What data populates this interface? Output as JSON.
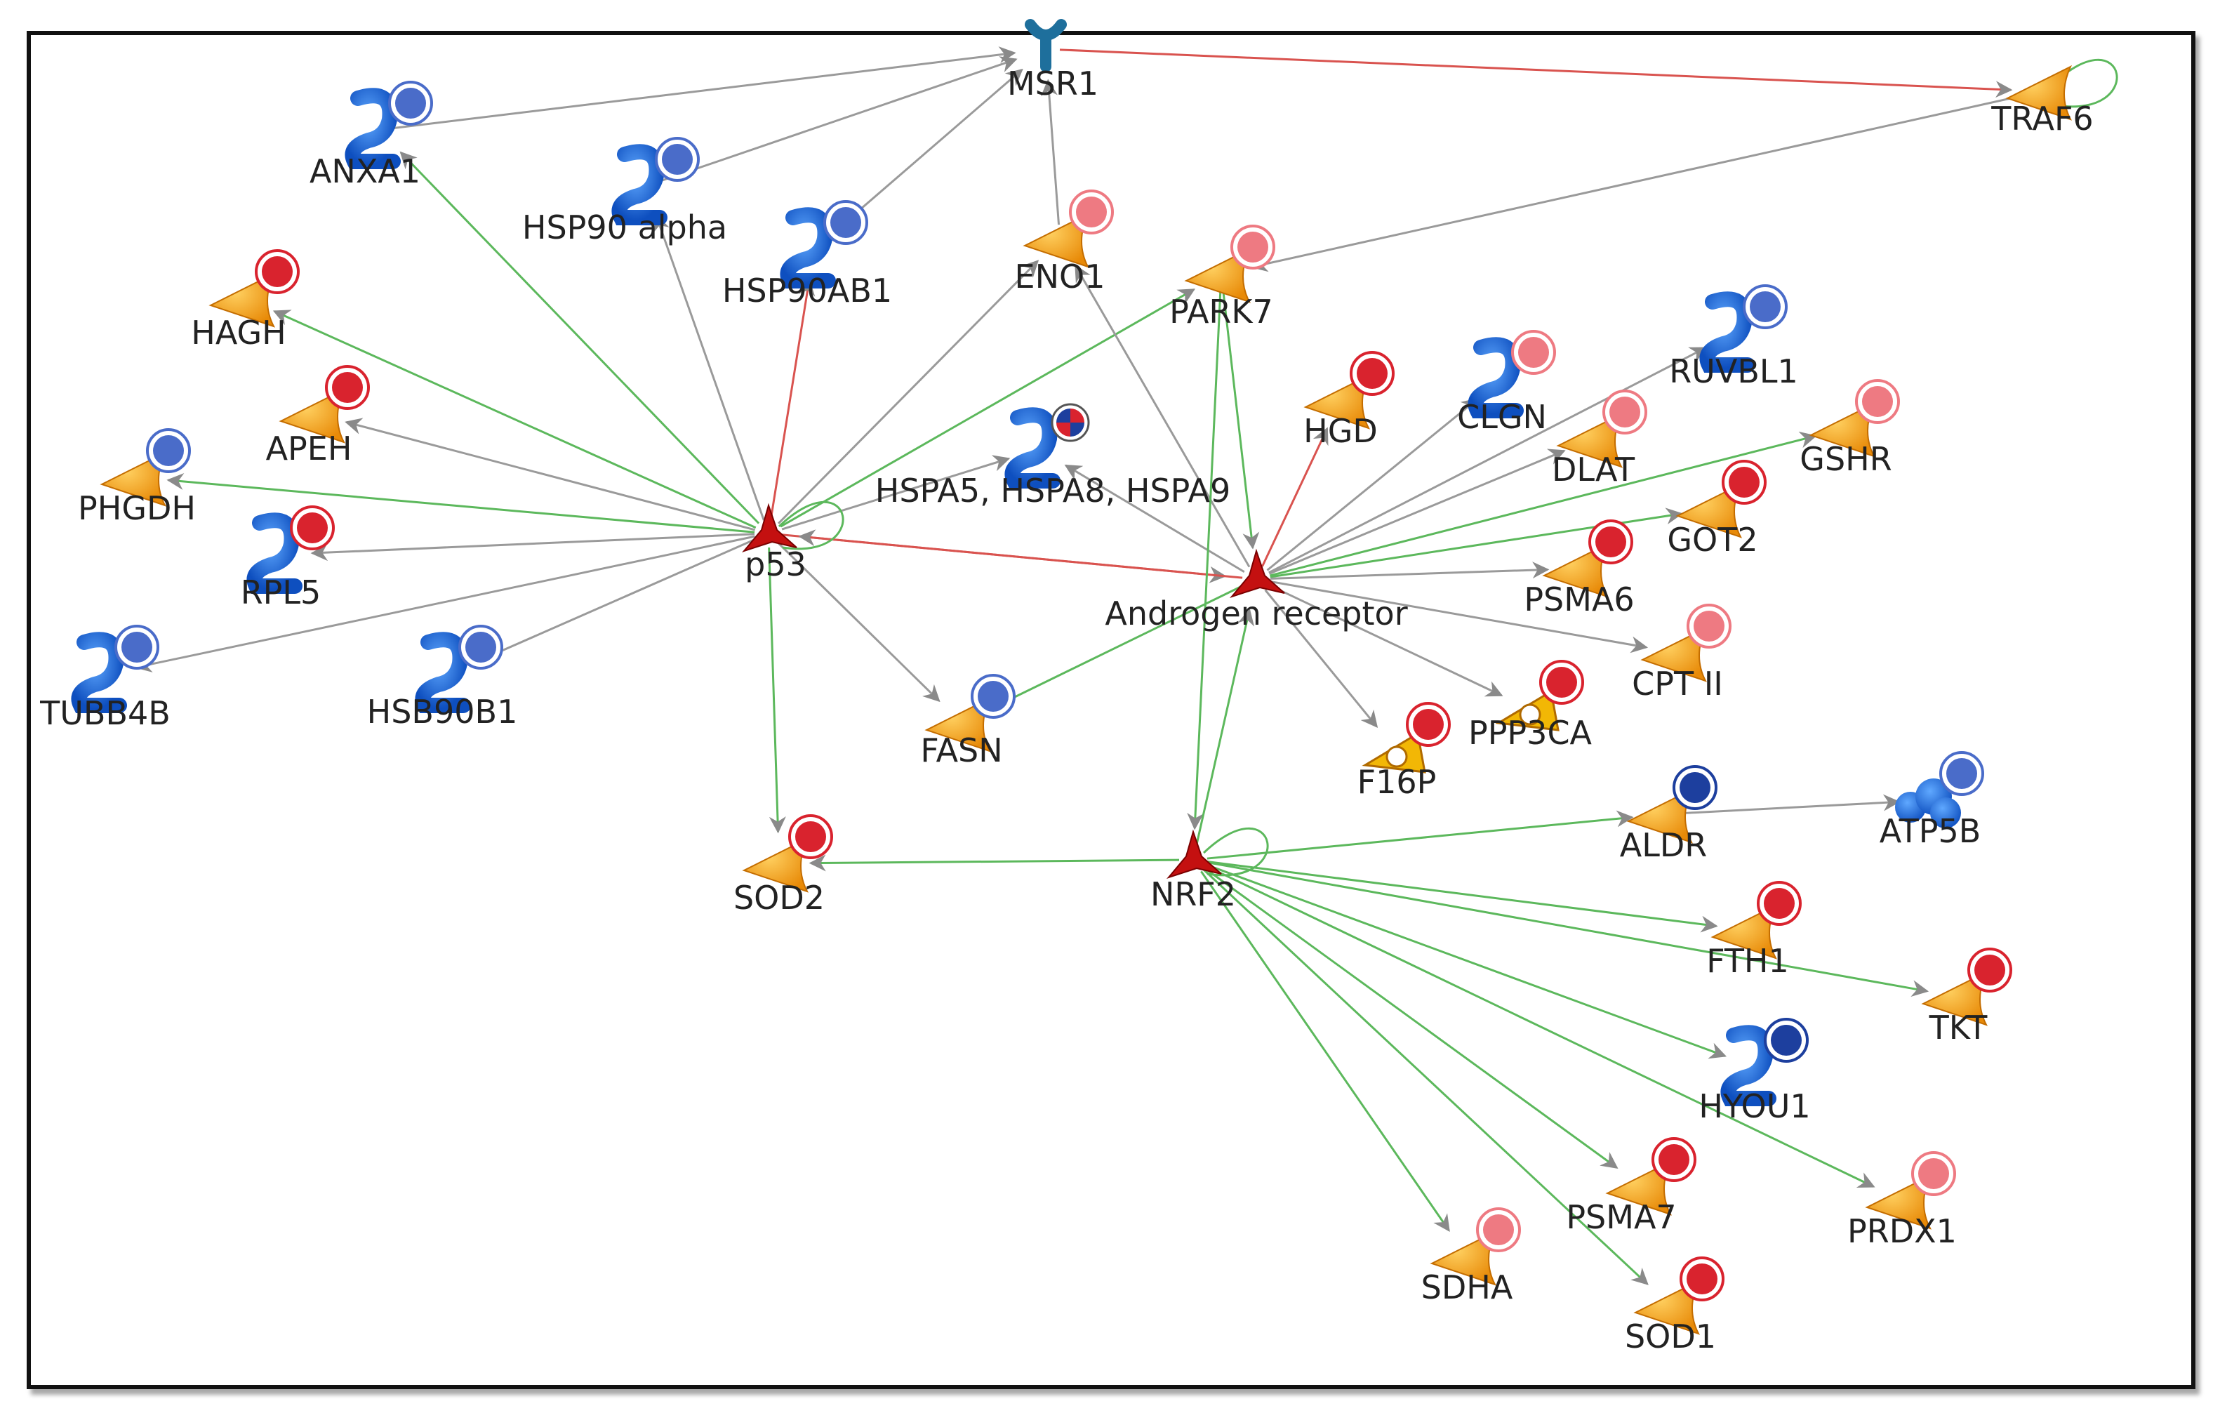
{
  "colors": {
    "edge_activation": "#5cb85c",
    "edge_inhibition": "#d9534f",
    "edge_unspecified": "#9a9a9a",
    "arrow_gray": "#8a8a8a",
    "protein_orange": "#f7a21b",
    "protein_blue": "#1f6fd6",
    "tf_red": "#c41010",
    "receptor_teal": "#1e6f9c",
    "dot_red": "#d9232e",
    "dot_light_red": "#ee7a82",
    "dot_blue": "#4a6cc9",
    "dot_dark_blue": "#1d3f9e"
  },
  "nodes": [
    {
      "id": "MSR1",
      "label": "MSR1",
      "icon": "receptor-icon",
      "dot": null
    },
    {
      "id": "TRAF6",
      "label": "TRAF6",
      "icon": "enzyme-icon",
      "dot": null
    },
    {
      "id": "ANXA1",
      "label": "ANXA1",
      "icon": "generic-binding-protein-icon",
      "dot": "blue"
    },
    {
      "id": "HSP90A",
      "label": "HSP90 alpha",
      "icon": "generic-binding-protein-icon",
      "dot": "blue"
    },
    {
      "id": "HSP90AB1",
      "label": "HSP90AB1",
      "icon": "generic-binding-protein-icon",
      "dot": "blue"
    },
    {
      "id": "ENO1",
      "label": "ENO1",
      "icon": "enzyme-icon",
      "dot": "light_red"
    },
    {
      "id": "PARK7",
      "label": "PARK7",
      "icon": "enzyme-icon",
      "dot": "light_red"
    },
    {
      "id": "HAGH",
      "label": "HAGH",
      "icon": "enzyme-icon",
      "dot": "red"
    },
    {
      "id": "APEH",
      "label": "APEH",
      "icon": "enzyme-icon",
      "dot": "red"
    },
    {
      "id": "PHGDH",
      "label": "PHGDH",
      "icon": "enzyme-icon",
      "dot": "blue"
    },
    {
      "id": "RPL5",
      "label": "RPL5",
      "icon": "generic-binding-protein-icon",
      "dot": "red"
    },
    {
      "id": "TUBB4B",
      "label": "TUBB4B",
      "icon": "generic-binding-protein-icon",
      "dot": "blue"
    },
    {
      "id": "HSB90B1",
      "label": "HSB90B1",
      "icon": "generic-binding-protein-icon",
      "dot": "blue"
    },
    {
      "id": "p53",
      "label": "p53",
      "icon": "transcription-factor-icon",
      "dot": null
    },
    {
      "id": "HSPA",
      "label": "HSPA5, HSPA8, HSPA9",
      "icon": "generic-binding-protein-icon",
      "dot": "mixed"
    },
    {
      "id": "FASN",
      "label": "FASN",
      "icon": "enzyme-icon",
      "dot": "blue"
    },
    {
      "id": "AR",
      "label": "Androgen receptor",
      "icon": "transcription-factor-icon",
      "dot": null
    },
    {
      "id": "HGD",
      "label": "HGD",
      "icon": "enzyme-icon",
      "dot": "red"
    },
    {
      "id": "CLGN",
      "label": "CLGN",
      "icon": "generic-binding-protein-icon",
      "dot": "light_red"
    },
    {
      "id": "RUVBL1",
      "label": "RUVBL1",
      "icon": "generic-binding-protein-icon",
      "dot": "blue"
    },
    {
      "id": "DLAT",
      "label": "DLAT",
      "icon": "enzyme-icon",
      "dot": "light_red"
    },
    {
      "id": "GSHR",
      "label": "GSHR",
      "icon": "enzyme-icon",
      "dot": "light_red"
    },
    {
      "id": "GOT2",
      "label": "GOT2",
      "icon": "enzyme-icon",
      "dot": "red"
    },
    {
      "id": "PSMA6",
      "label": "PSMA6",
      "icon": "enzyme-icon",
      "dot": "red"
    },
    {
      "id": "CPTII",
      "label": "CPT II",
      "icon": "enzyme-icon",
      "dot": "light_red"
    },
    {
      "id": "PPP3CA",
      "label": "PPP3CA",
      "icon": "phosphatase-icon",
      "dot": "red"
    },
    {
      "id": "F16P",
      "label": "F16P",
      "icon": "phosphatase-icon",
      "dot": "red"
    },
    {
      "id": "SOD2",
      "label": "SOD2",
      "icon": "enzyme-icon",
      "dot": "red"
    },
    {
      "id": "NRF2",
      "label": "NRF2",
      "icon": "transcription-factor-icon",
      "dot": null
    },
    {
      "id": "ALDR",
      "label": "ALDR",
      "icon": "enzyme-icon",
      "dot": "dark_blue"
    },
    {
      "id": "ATP5B",
      "label": "ATP5B",
      "icon": "complex-icon",
      "dot": "blue"
    },
    {
      "id": "FTH1",
      "label": "FTH1",
      "icon": "enzyme-icon",
      "dot": "red"
    },
    {
      "id": "TKT",
      "label": "TKT",
      "icon": "enzyme-icon",
      "dot": "red"
    },
    {
      "id": "HYOU1",
      "label": "HYOU1",
      "icon": "generic-binding-protein-icon",
      "dot": "dark_blue"
    },
    {
      "id": "PSMA7",
      "label": "PSMA7",
      "icon": "enzyme-icon",
      "dot": "red"
    },
    {
      "id": "PRDX1",
      "label": "PRDX1",
      "icon": "enzyme-icon",
      "dot": "light_red"
    },
    {
      "id": "SDHA",
      "label": "SDHA",
      "icon": "enzyme-icon",
      "dot": "light_red"
    },
    {
      "id": "SOD1",
      "label": "SOD1",
      "icon": "enzyme-icon",
      "dot": "red"
    }
  ],
  "edges": [
    {
      "from": "ANXA1",
      "to": "MSR1",
      "type": "unspecified"
    },
    {
      "from": "HSP90A",
      "to": "MSR1",
      "type": "unspecified"
    },
    {
      "from": "HSP90AB1",
      "to": "MSR1",
      "type": "unspecified"
    },
    {
      "from": "ENO1",
      "to": "MSR1",
      "type": "unspecified"
    },
    {
      "from": "MSR1",
      "to": "TRAF6",
      "type": "inhibition"
    },
    {
      "from": "TRAF6",
      "to": "PARK7",
      "type": "unspecified"
    },
    {
      "from": "TRAF6",
      "to": "TRAF6",
      "type": "activation",
      "self": true
    },
    {
      "from": "p53",
      "to": "ANXA1",
      "type": "activation"
    },
    {
      "from": "p53",
      "to": "HSP90A",
      "type": "unspecified"
    },
    {
      "from": "p53",
      "to": "HSP90AB1",
      "type": "inhibition"
    },
    {
      "from": "p53",
      "to": "ENO1",
      "type": "unspecified"
    },
    {
      "from": "p53",
      "to": "PARK7",
      "type": "activation"
    },
    {
      "from": "p53",
      "to": "HAGH",
      "type": "activation"
    },
    {
      "from": "p53",
      "to": "APEH",
      "type": "unspecified"
    },
    {
      "from": "p53",
      "to": "PHGDH",
      "type": "activation"
    },
    {
      "from": "p53",
      "to": "RPL5",
      "type": "unspecified"
    },
    {
      "from": "p53",
      "to": "TUBB4B",
      "type": "unspecified"
    },
    {
      "from": "p53",
      "to": "HSB90B1",
      "type": "unspecified"
    },
    {
      "from": "p53",
      "to": "HSPA",
      "type": "unspecified"
    },
    {
      "from": "p53",
      "to": "FASN",
      "type": "unspecified"
    },
    {
      "from": "p53",
      "to": "SOD2",
      "type": "activation"
    },
    {
      "from": "p53",
      "to": "AR",
      "type": "inhibition"
    },
    {
      "from": "AR",
      "to": "p53",
      "type": "inhibition"
    },
    {
      "from": "p53",
      "to": "p53",
      "type": "activation",
      "self": true
    },
    {
      "from": "AR",
      "to": "ENO1",
      "type": "unspecified"
    },
    {
      "from": "AR",
      "to": "HSPA",
      "type": "unspecified"
    },
    {
      "from": "AR",
      "to": "FASN",
      "type": "activation"
    },
    {
      "from": "AR",
      "to": "HGD",
      "type": "inhibition"
    },
    {
      "from": "AR",
      "to": "CLGN",
      "type": "unspecified"
    },
    {
      "from": "AR",
      "to": "RUVBL1",
      "type": "unspecified"
    },
    {
      "from": "AR",
      "to": "DLAT",
      "type": "unspecified"
    },
    {
      "from": "AR",
      "to": "GSHR",
      "type": "activation"
    },
    {
      "from": "AR",
      "to": "GOT2",
      "type": "activation"
    },
    {
      "from": "AR",
      "to": "PSMA6",
      "type": "unspecified"
    },
    {
      "from": "AR",
      "to": "CPTII",
      "type": "unspecified"
    },
    {
      "from": "AR",
      "to": "PPP3CA",
      "type": "unspecified"
    },
    {
      "from": "AR",
      "to": "F16P",
      "type": "unspecified"
    },
    {
      "from": "PARK7",
      "to": "AR",
      "type": "activation"
    },
    {
      "from": "PARK7",
      "to": "NRF2",
      "type": "activation"
    },
    {
      "from": "NRF2",
      "to": "AR",
      "type": "activation"
    },
    {
      "from": "NRF2",
      "to": "SOD2",
      "type": "activation"
    },
    {
      "from": "NRF2",
      "to": "NRF2",
      "type": "activation",
      "self": true
    },
    {
      "from": "NRF2",
      "to": "ALDR",
      "type": "activation"
    },
    {
      "from": "ALDR",
      "to": "ATP5B",
      "type": "unspecified"
    },
    {
      "from": "NRF2",
      "to": "FTH1",
      "type": "activation"
    },
    {
      "from": "NRF2",
      "to": "TKT",
      "type": "activation"
    },
    {
      "from": "NRF2",
      "to": "HYOU1",
      "type": "activation"
    },
    {
      "from": "NRF2",
      "to": "PSMA7",
      "type": "activation"
    },
    {
      "from": "NRF2",
      "to": "PRDX1",
      "type": "activation"
    },
    {
      "from": "NRF2",
      "to": "SDHA",
      "type": "activation"
    },
    {
      "from": "NRF2",
      "to": "SOD1",
      "type": "activation"
    }
  ]
}
